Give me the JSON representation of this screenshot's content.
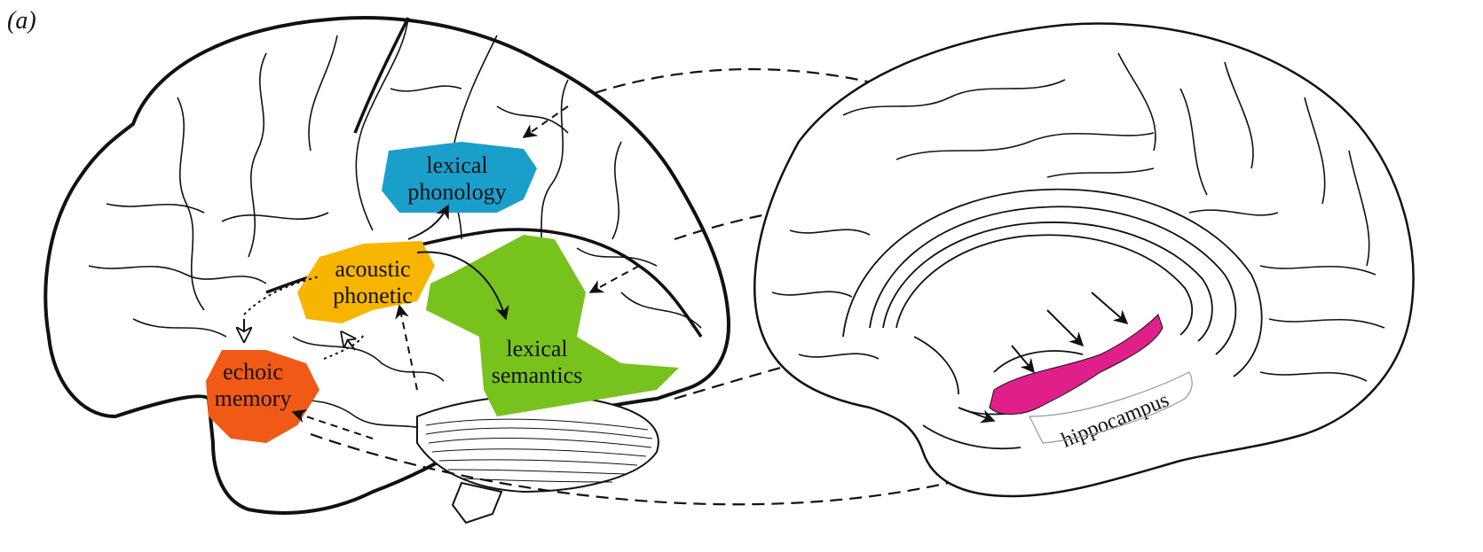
{
  "panel_label": "(a)",
  "colors": {
    "outline": "#111111",
    "lexical_phonology": "#1a9fcb",
    "acoustic_phonetic": "#f7b500",
    "lexical_semantics": "#78c21e",
    "echoic_memory": "#f15a16",
    "hippocampus": "#e0208a",
    "dashes": "#111111"
  },
  "regions": {
    "lexical_phonology": [
      "lexical",
      "phonology"
    ],
    "acoustic_phonetic": [
      "acoustic",
      "phonetic"
    ],
    "lexical_semantics": [
      "lexical",
      "semantics"
    ],
    "echoic_memory": [
      "echoic",
      "memory"
    ],
    "hippocampus": "hippocampus"
  }
}
